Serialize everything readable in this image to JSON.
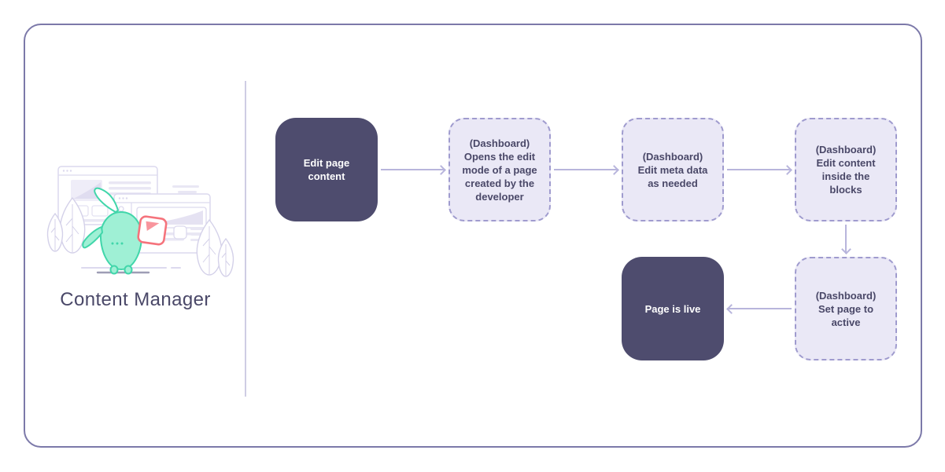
{
  "frame": {
    "background": "#ffffff",
    "border_color": "#7c79a9",
    "divider_color": "#cfcde4"
  },
  "sidebar": {
    "title": "Content Manager",
    "title_color": "#4a4868",
    "illustration": {
      "name": "mascot-with-browser-windows",
      "description": "teal mascot holding a content card in front of two browser windows, with leafy plants on both sides",
      "mascot_fill": "#9ff0d5",
      "mascot_stroke": "#41d6aa",
      "card_stroke": "#f5737c",
      "card_triangle": "#f8959d",
      "outline_color": "#dcd9ee",
      "ground_line_color": "#9e9db5"
    }
  },
  "flowchart": {
    "nodes": [
      {
        "id": "edit-page-content",
        "type": "solid",
        "label": "Edit page\ncontent"
      },
      {
        "id": "open-edit-mode",
        "type": "dashed",
        "label": "(Dashboard)\nOpens the edit\nmode of a page\ncreated by the\ndeveloper"
      },
      {
        "id": "edit-meta-data",
        "type": "dashed",
        "label": "(Dashboard)\nEdit meta data\nas needed"
      },
      {
        "id": "edit-content-blocks",
        "type": "dashed",
        "label": "(Dashboard)\nEdit content\ninside the\nblocks"
      },
      {
        "id": "set-page-active",
        "type": "dashed",
        "label": "(Dashboard)\nSet page to\nactive"
      },
      {
        "id": "page-is-live",
        "type": "solid",
        "label": "Page is live"
      }
    ],
    "edges": [
      {
        "from": "edit-page-content",
        "to": "open-edit-mode",
        "direction": "right"
      },
      {
        "from": "open-edit-mode",
        "to": "edit-meta-data",
        "direction": "right"
      },
      {
        "from": "edit-meta-data",
        "to": "edit-content-blocks",
        "direction": "right"
      },
      {
        "from": "edit-content-blocks",
        "to": "set-page-active",
        "direction": "down"
      },
      {
        "from": "set-page-active",
        "to": "page-is-live",
        "direction": "left"
      }
    ],
    "colors": {
      "solid_node_bg": "#4e4c6e",
      "solid_node_text": "#ffffff",
      "dashed_node_bg": "#eae8f6",
      "dashed_node_border": "#9f9bce",
      "dashed_node_text": "#4a4868",
      "arrow": "#b8b5dc"
    }
  }
}
